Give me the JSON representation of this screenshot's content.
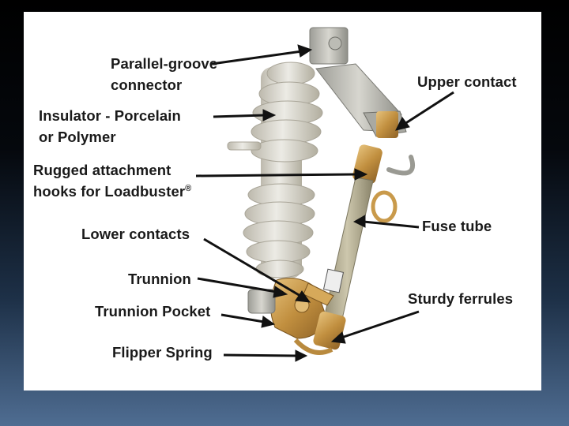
{
  "labels": {
    "parallel_groove_1": "Parallel-groove",
    "parallel_groove_2": "connector",
    "insulator_1": "Insulator - Porcelain",
    "insulator_2": "or Polymer",
    "hooks_1": "Rugged attachment",
    "hooks_2": "hooks for Loadbuster",
    "hooks_mark": "®",
    "upper_contact": "Upper contact",
    "fuse_tube": "Fuse tube",
    "lower_contacts": "Lower contacts",
    "trunnion": "Trunnion",
    "trunnion_pocket": "Trunnion Pocket",
    "sturdy_ferrules": "Sturdy ferrules",
    "flipper_spring": "Flipper Spring"
  },
  "colors": {
    "porcelain": "#d8d5cb",
    "bronze": "#c99a4b",
    "fuse_tube": "#b4ad92",
    "arrow": "#111111"
  }
}
